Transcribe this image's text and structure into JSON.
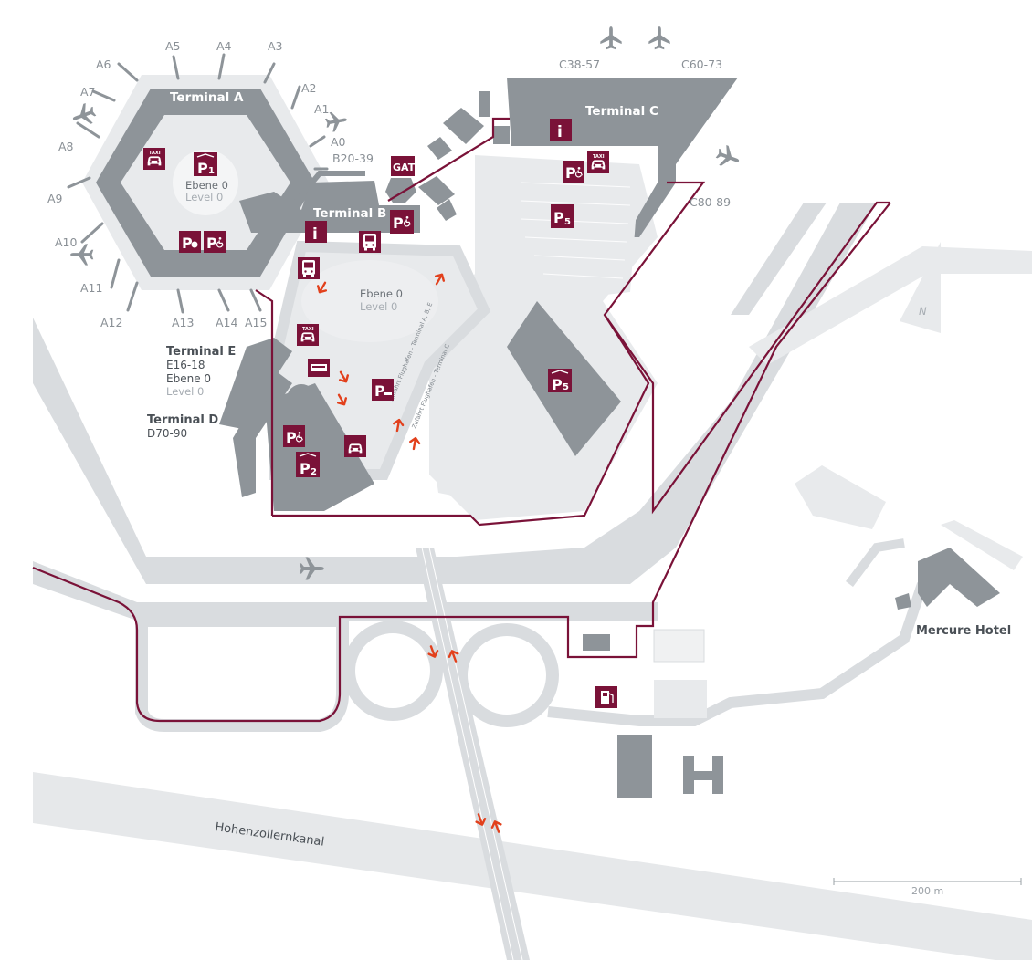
{
  "colors": {
    "background": "#ffffff",
    "road": "#d9dcdf",
    "building": "#8e9499",
    "apron": "#c7cbcf",
    "parking_area": "#e8eaec",
    "canal": "#e6e8ea",
    "boundary": "#7a1238",
    "sign": "#7a1238",
    "arrow": "#e2401c"
  },
  "terminals": {
    "a": {
      "name": "Terminal A",
      "level_de": "Ebene 0",
      "level_en": "Level 0"
    },
    "b": {
      "name": "Terminal B",
      "gates": "B20-39"
    },
    "c": {
      "name": "Terminal C",
      "gates_1": "C38-57",
      "gates_2": "C60-73",
      "gates_3": "C80-89"
    },
    "e": {
      "name": "Terminal E",
      "gates": "E16-18",
      "level_de": "Ebene 0",
      "level_en": "Level 0"
    },
    "d": {
      "name": "Terminal D",
      "gates": "D70-90"
    },
    "center": {
      "level_de": "Ebene 0",
      "level_en": "Level 0"
    }
  },
  "gates_a": [
    "A0",
    "A1",
    "A2",
    "A3",
    "A4",
    "A5",
    "A6",
    "A7",
    "A8",
    "A9",
    "A10",
    "A11",
    "A12",
    "A13",
    "A14",
    "A15"
  ],
  "labels": {
    "gat": "GAT",
    "hotel": "Mercure Hotel",
    "canal": "Hohenzollernkanal",
    "north": "N",
    "scale": "200 m",
    "road_1": "Zufahrt Flughafen - Terminal A, B, E",
    "road_2": "Zufahrt Flughafen - Terminal C"
  },
  "signs": {
    "info": "i",
    "parking": "P",
    "p1_sub": "1",
    "p2_sub": "2",
    "p5_sub": "5",
    "taxi": "TAXI"
  },
  "icons": [
    "airplane-icon",
    "taxi-icon",
    "bus-icon",
    "info-icon",
    "parking-icon",
    "disabled-parking-icon",
    "short-stay-parking-icon",
    "fuel-station-icon",
    "car-rental-icon",
    "shuttle-icon",
    "arrow-icon",
    "compass-north-icon"
  ]
}
